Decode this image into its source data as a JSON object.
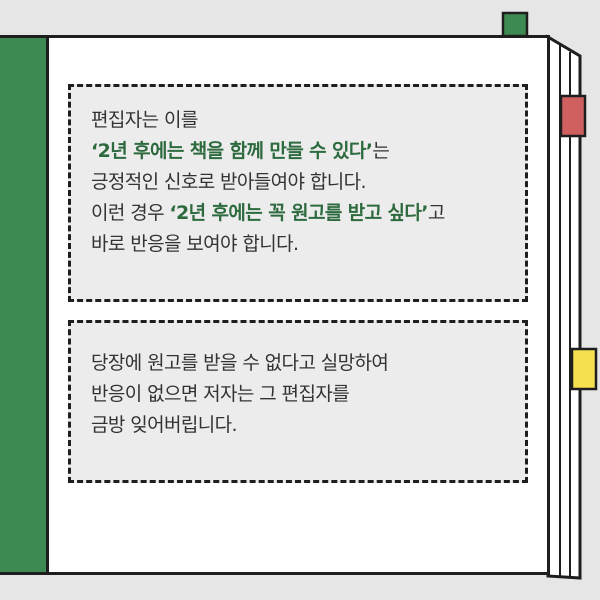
{
  "note1": {
    "line1": "편집자는 이를",
    "line2_highlight": "‘2년 후에는 책을 함께 만들 수 있다’",
    "line2_rest": "는",
    "line3": "긍정적인 신호로 받아들여야 합니다.",
    "line4_start": "이런 경우 ",
    "line4_highlight": "‘2년 후에는 꼭 원고를 받고 싶다’",
    "line4_rest": "고",
    "line5": "바로 반응을 보여야 합니다."
  },
  "note2": {
    "line1": "당장에 원고를 받을 수 없다고 실망하여",
    "line2": "반응이 없으면 저자는 그 편집자를",
    "line3": "금방 잊어버립니다."
  },
  "colors": {
    "spine": "#3d8b53",
    "highlight_text": "#2d6a3e",
    "tab_green": "#3d8b53",
    "tab_red": "#d06060",
    "tab_yellow": "#f5e050",
    "outline": "#1e1e1e"
  }
}
